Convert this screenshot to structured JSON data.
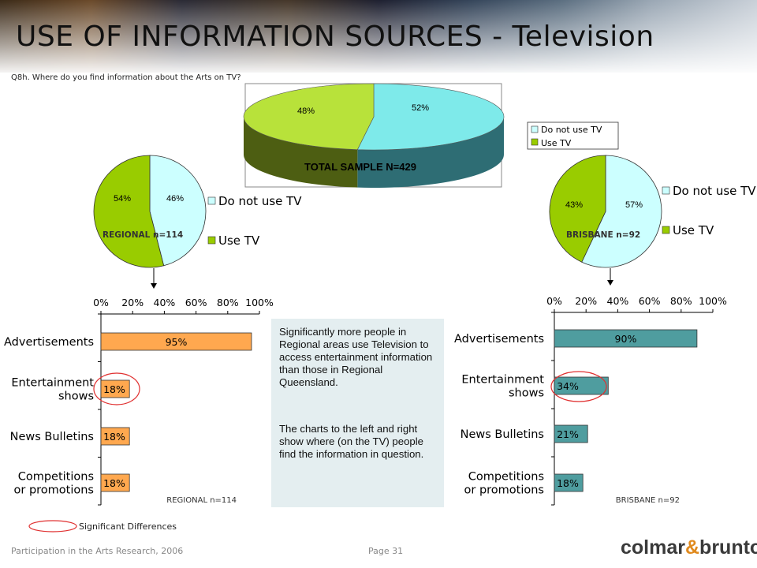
{
  "title": "USE OF INFORMATION SOURCES - Television",
  "question": "Q8h. Where do you find information about the Arts on TV?",
  "colors": {
    "use_tv": "#99cc00",
    "do_not_use_tv": "#ccffff",
    "total_do_not": "#66dddd",
    "regional_bar": "#ffa84f",
    "brisbane_bar": "#4f9d9f",
    "highlight_circle": "#e03030",
    "note_bg": "#e4eef0"
  },
  "note": {
    "p1": "Significantly more people in Regional areas use Television to access entertainment information than those in Regional Queensland.",
    "p2": "The charts to the left and right show where (on the TV) people find the information in question."
  },
  "significant_label": "Significant Differences",
  "footer": {
    "left": "Participation in the Arts Research, 2006",
    "page": "Page 31"
  },
  "logo": {
    "part1": "colmar",
    "amp": "&",
    "part2": "brunton"
  },
  "chart_data": [
    {
      "type": "pie",
      "title": "TOTAL SAMPLE N=429",
      "slices": [
        {
          "label": "Do not use TV",
          "value": 52,
          "text": "52%"
        },
        {
          "label": "Use TV",
          "value": 48,
          "text": "48%"
        }
      ],
      "legend": [
        "Do not use TV",
        "Use TV"
      ],
      "legend_position": "right"
    },
    {
      "type": "pie",
      "title": "REGIONAL n=114",
      "slices": [
        {
          "label": "Do not use TV",
          "value": 46,
          "text": "46%"
        },
        {
          "label": "Use TV",
          "value": 54,
          "text": "54%"
        }
      ],
      "legend": [
        "Do not use TV",
        "Use TV"
      ],
      "legend_position": "right"
    },
    {
      "type": "pie",
      "title": "BRISBANE n=92",
      "slices": [
        {
          "label": "Do not use TV",
          "value": 57,
          "text": "57%"
        },
        {
          "label": "Use TV",
          "value": 43,
          "text": "43%"
        }
      ],
      "legend": [
        "Do not use TV",
        "Use TV"
      ],
      "legend_position": "right"
    },
    {
      "type": "bar",
      "orientation": "horizontal",
      "title": "REGIONAL n=114",
      "categories": [
        "Advertisements",
        "Entertainment shows",
        "News Bulletins",
        "Competitions or promotions"
      ],
      "category_lines": [
        [
          "Advertisements"
        ],
        [
          "Entertainment",
          "shows"
        ],
        [
          "News Bulletins"
        ],
        [
          "Competitions",
          "or promotions"
        ]
      ],
      "values": [
        95,
        18,
        18,
        18
      ],
      "value_labels": [
        "95%",
        "18%",
        "18%",
        "18%"
      ],
      "xlim": [
        0,
        100
      ],
      "ticks": [
        "0%",
        "20%",
        "40%",
        "60%",
        "80%",
        "100%"
      ],
      "highlighted": [
        "Entertainment shows"
      ]
    },
    {
      "type": "bar",
      "orientation": "horizontal",
      "title": "BRISBANE n=92",
      "categories": [
        "Advertisements",
        "Entertainment shows",
        "News Bulletins",
        "Competitions or promotions"
      ],
      "category_lines": [
        [
          "Advertisements"
        ],
        [
          "Entertainment",
          "shows"
        ],
        [
          "News Bulletins"
        ],
        [
          "Competitions",
          "or promotions"
        ]
      ],
      "values": [
        90,
        34,
        21,
        18
      ],
      "value_labels": [
        "90%",
        "34%",
        "21%",
        "18%"
      ],
      "xlim": [
        0,
        100
      ],
      "ticks": [
        "0%",
        "20%",
        "40%",
        "60%",
        "80%",
        "100%"
      ],
      "highlighted": [
        "Entertainment shows"
      ]
    }
  ]
}
